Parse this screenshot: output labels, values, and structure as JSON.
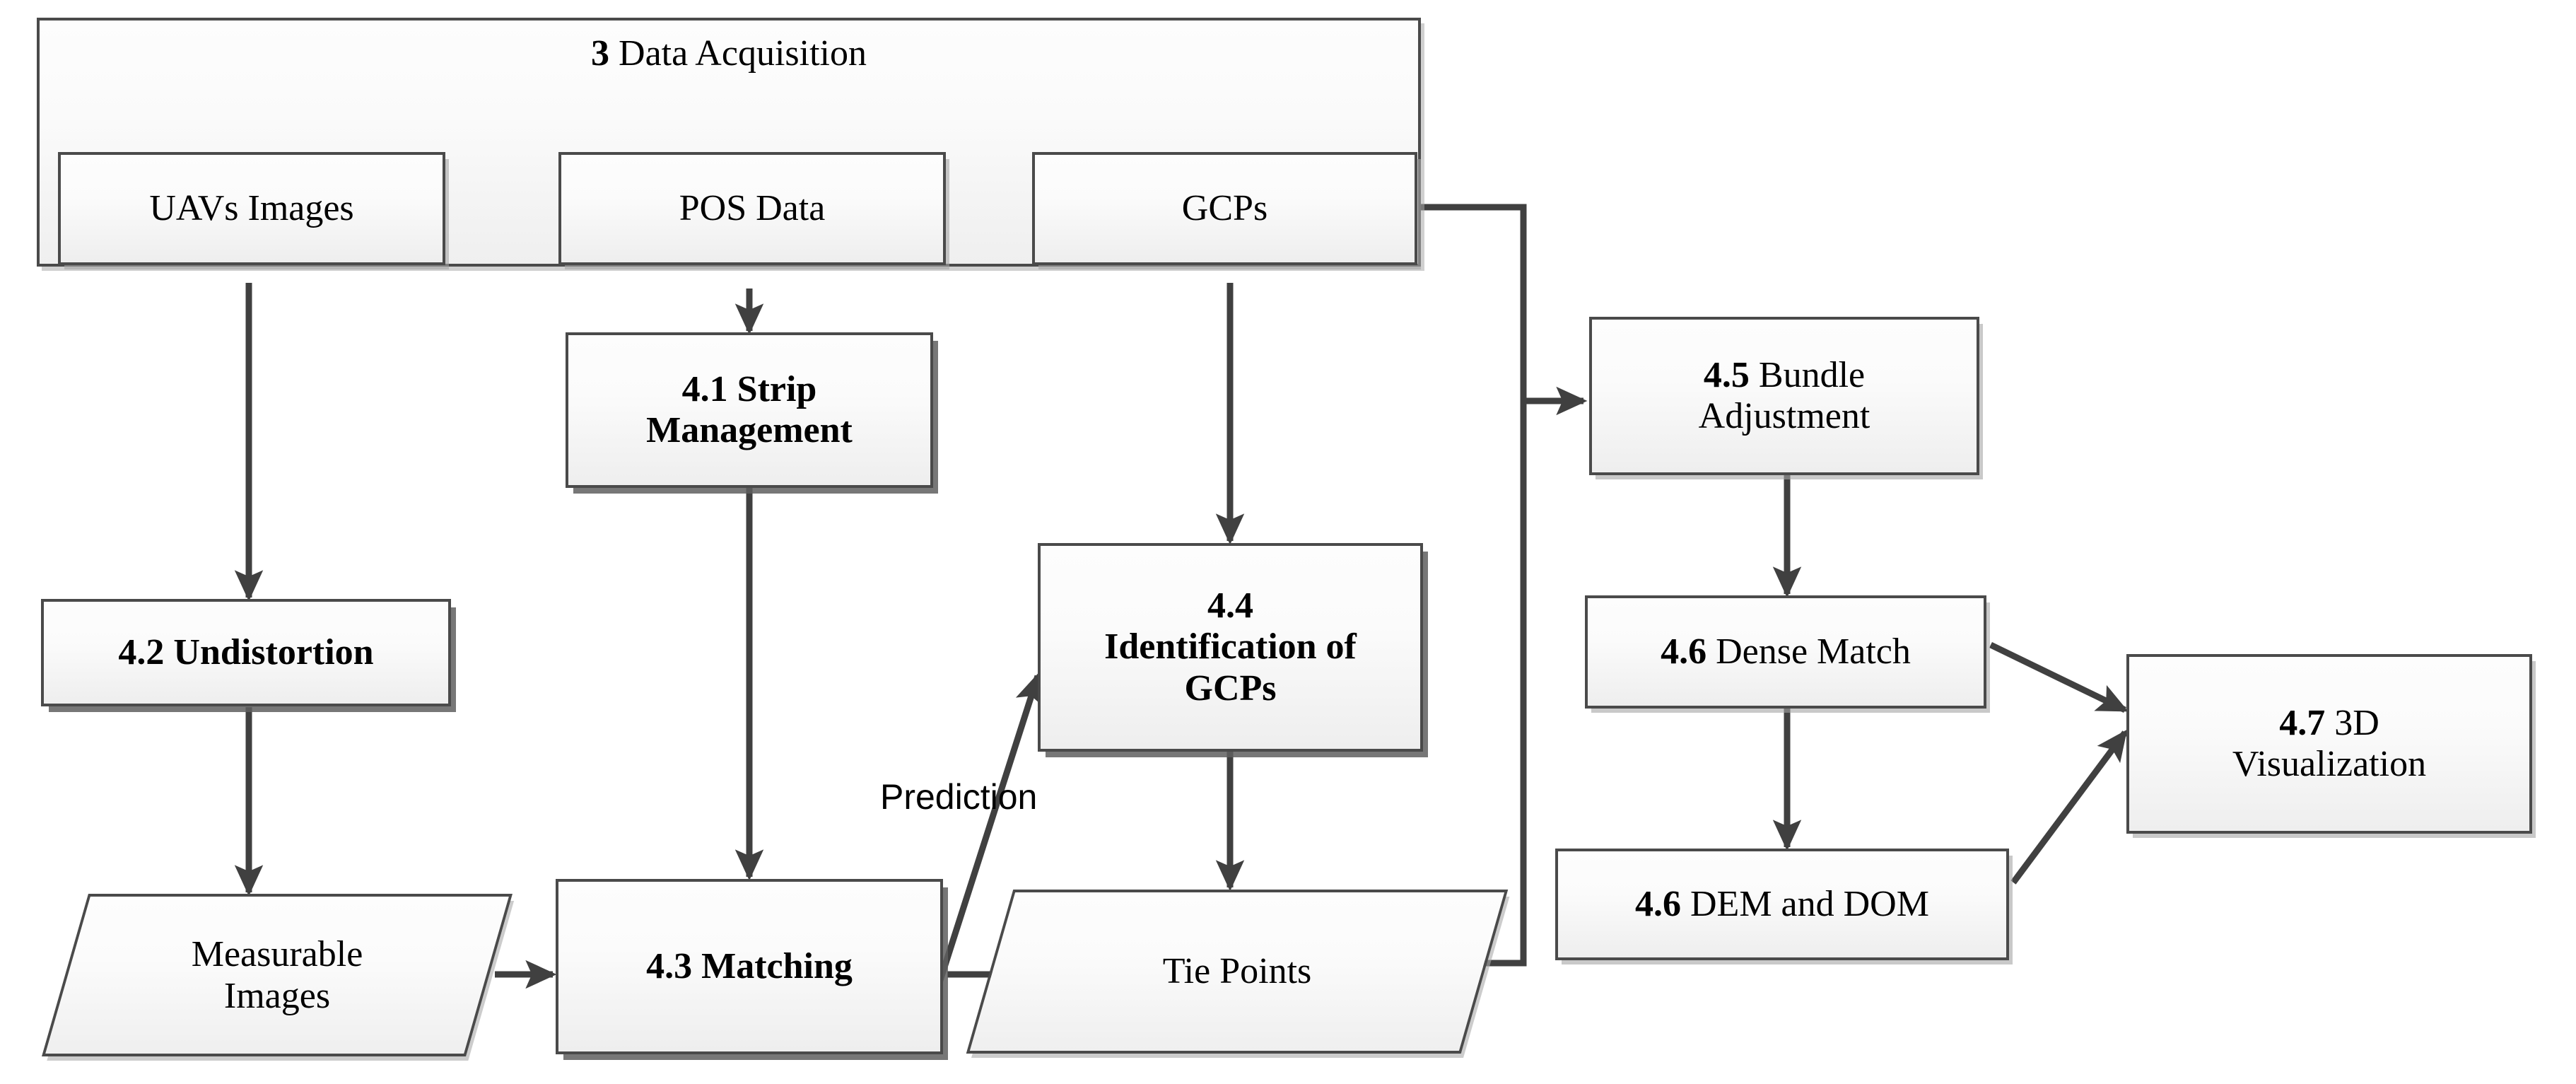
{
  "diagram": {
    "title": "UAV Photogrammetry Processing Workflow",
    "colors": {
      "stroke": "#4a4a4a",
      "edge": "#404040",
      "fill_top": "#fdfdfd",
      "fill_bottom": "#eeeeee",
      "text": "#000000"
    }
  },
  "group": {
    "name": "data-acquisition-group",
    "number": "3",
    "title": "Data Acquisition"
  },
  "nodes": [
    {
      "id": "uavs-images",
      "number": "",
      "label": "UAVs Images",
      "shape": "rect",
      "bold": false
    },
    {
      "id": "pos-data",
      "number": "",
      "label": "POS Data",
      "shape": "rect",
      "bold": false
    },
    {
      "id": "gcps",
      "number": "",
      "label": "GCPs",
      "shape": "rect",
      "bold": false
    },
    {
      "id": "strip-management",
      "number": "4.1",
      "label": "Strip Management",
      "shape": "rect",
      "bold": true
    },
    {
      "id": "undistortion",
      "number": "4.2",
      "label": "Undistortion",
      "shape": "rect",
      "bold": true
    },
    {
      "id": "matching",
      "number": "4.3",
      "label": "Matching",
      "shape": "rect",
      "bold": true
    },
    {
      "id": "identification",
      "number": "4.4",
      "label": "Identification of GCPs",
      "shape": "rect",
      "bold": true
    },
    {
      "id": "bundle",
      "number": "4.5",
      "label": "Bundle Adjustment",
      "shape": "rect",
      "bold": false
    },
    {
      "id": "dense-match",
      "number": "4.6",
      "label": "Dense Match",
      "shape": "rect",
      "bold": false
    },
    {
      "id": "dem-dom",
      "number": "4.6",
      "label": "DEM and DOM",
      "shape": "rect",
      "bold": false
    },
    {
      "id": "visualization",
      "number": "4.7",
      "label": "3D Visualization",
      "shape": "rect",
      "bold": false
    },
    {
      "id": "measurable",
      "number": "",
      "label": "Measurable Images",
      "shape": "parallelogram",
      "bold": false
    },
    {
      "id": "tie-points",
      "number": "",
      "label": "Tie Points",
      "shape": "parallelogram",
      "bold": false
    }
  ],
  "labels": {
    "group_number": "3",
    "group_title": "Data Acquisition",
    "uavs_images": "UAVs Images",
    "pos_data": "POS Data",
    "gcps": "GCPs",
    "strip_num": "4.1",
    "strip_line1": "Strip",
    "strip_line2": "Management",
    "undistortion_num": "4.2",
    "undistortion_text": "Undistortion",
    "matching_num": "4.3",
    "matching_text": "Matching",
    "ident_num": "4.4",
    "ident_line1": "Identification of",
    "ident_line2": "GCPs",
    "bundle_num": "4.5",
    "bundle_line1": "Bundle",
    "bundle_line2": "Adjustment",
    "dense_num": "4.6",
    "dense_text": "Dense Match",
    "dem_num": "4.6",
    "dem_text": "DEM and DOM",
    "vis_num": "4.7",
    "vis_line1": "3D",
    "vis_line2": "Visualization",
    "measurable_line1": "Measurable",
    "measurable_line2": "Images",
    "tie_points": "Tie Points",
    "prediction": "Prediction"
  },
  "edges": [
    {
      "from": "uavs-images",
      "to": "pos-data",
      "type": "bidirectional",
      "label": ""
    },
    {
      "from": "uavs-images",
      "to": "undistortion",
      "type": "arrow",
      "label": ""
    },
    {
      "from": "pos-data",
      "to": "strip-management",
      "type": "arrow",
      "label": ""
    },
    {
      "from": "gcps",
      "to": "identification",
      "type": "arrow",
      "label": ""
    },
    {
      "from": "gcps",
      "to": "bundle",
      "type": "arrow",
      "label": ""
    },
    {
      "from": "undistortion",
      "to": "measurable",
      "type": "arrow",
      "label": ""
    },
    {
      "from": "strip-management",
      "to": "matching",
      "type": "arrow",
      "label": ""
    },
    {
      "from": "measurable",
      "to": "matching",
      "type": "arrow",
      "label": ""
    },
    {
      "from": "matching",
      "to": "tie-points",
      "type": "arrow",
      "label": ""
    },
    {
      "from": "matching",
      "to": "identification",
      "type": "arrow",
      "label": "Prediction"
    },
    {
      "from": "identification",
      "to": "tie-points",
      "type": "arrow",
      "label": ""
    },
    {
      "from": "tie-points",
      "to": "bundle",
      "type": "arrow",
      "label": ""
    },
    {
      "from": "bundle",
      "to": "dense-match",
      "type": "arrow",
      "label": ""
    },
    {
      "from": "dense-match",
      "to": "dem-dom",
      "type": "arrow",
      "label": ""
    },
    {
      "from": "dense-match",
      "to": "visualization",
      "type": "arrow",
      "label": ""
    },
    {
      "from": "dem-dom",
      "to": "visualization",
      "type": "arrow",
      "label": ""
    }
  ]
}
